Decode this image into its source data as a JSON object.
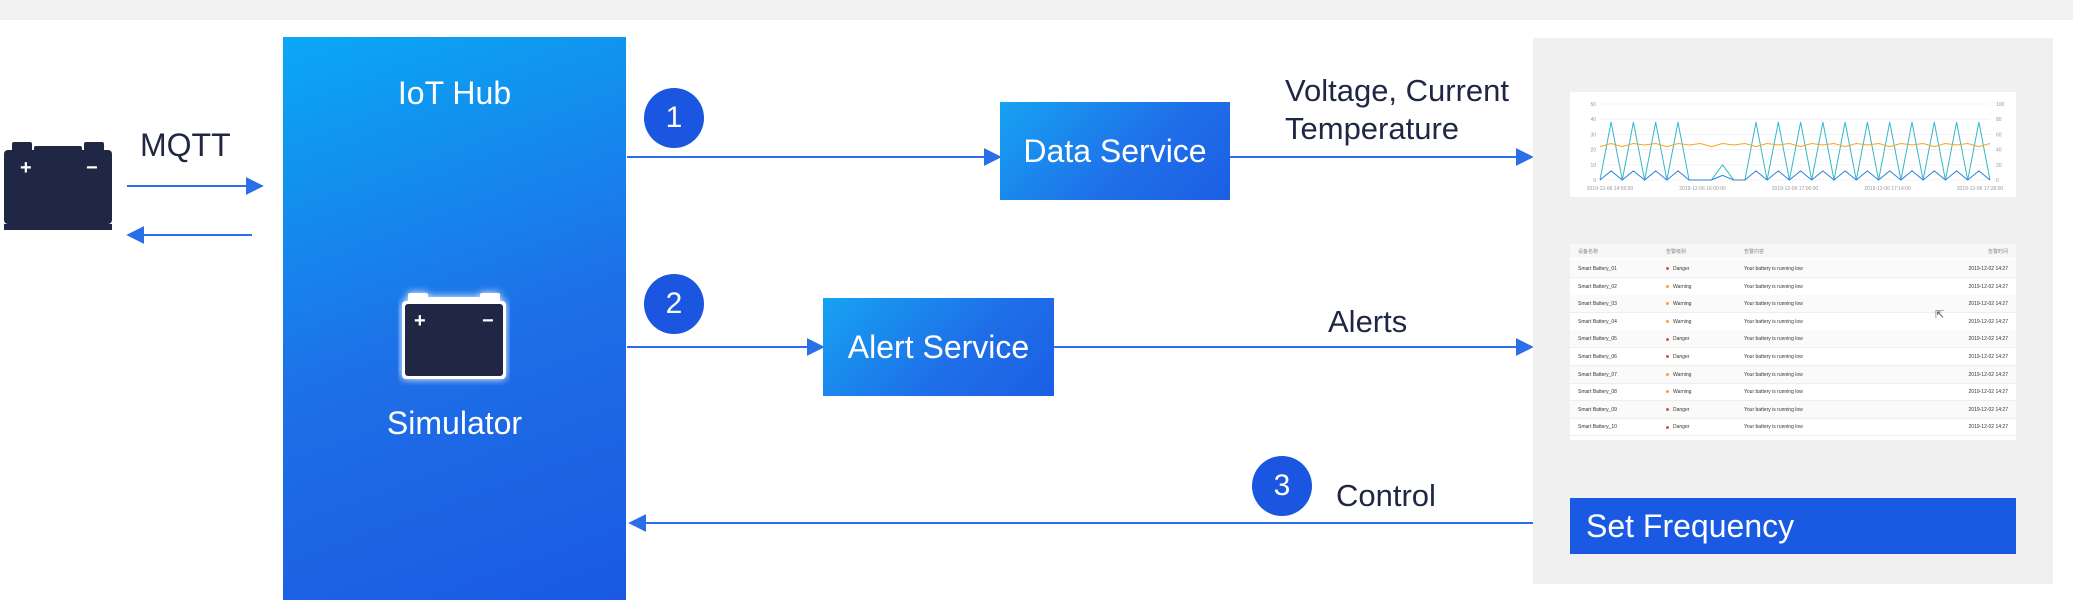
{
  "labels": {
    "mqtt": "MQTT",
    "hub_title": "IoT Hub",
    "simulator": "Simulator",
    "data_service": "Data Service",
    "alert_service": "Alert Service",
    "voltage_line1": "Voltage, Current",
    "voltage_line2": "Temperature",
    "alerts": "Alerts",
    "control": "Control",
    "set_frequency": "Set Frequency"
  },
  "steps": [
    "1",
    "2",
    "3"
  ],
  "battery_symbols": {
    "plus": "+",
    "minus": "−"
  },
  "colors": {
    "accent": "#1a5ae3",
    "arrow": "#2a6ee8",
    "hub_top": "#0aa8f5",
    "dark": "#1f2744",
    "panel_bg": "#f0f0f0",
    "series_teal": "#35b6c9",
    "series_orange": "#f5a623"
  },
  "icons": {
    "battery": "battery-icon",
    "cursor": "cursor-icon"
  },
  "chart_data": {
    "type": "line",
    "x_ticks": [
      "2019-12-06 14:55:00",
      "2019-12-06 16:00:00",
      "2019-12-06 17:00:00",
      "2019-12-06 17:14:00",
      "2019-12-06 17:28:00"
    ],
    "y_left_ticks": [
      "50",
      "40",
      "30",
      "20",
      "10",
      "0"
    ],
    "y_right_ticks": [
      "100",
      "80",
      "60",
      "40",
      "20",
      "0"
    ],
    "ylim": [
      0,
      50
    ],
    "series": [
      {
        "color": "#35b6c9",
        "values": [
          0,
          38,
          0,
          38,
          0,
          38,
          0,
          38,
          0,
          0,
          0,
          10,
          0,
          0,
          38,
          0,
          38,
          0,
          38,
          0,
          38,
          0,
          38,
          0,
          38,
          0,
          38,
          0,
          38,
          0,
          38,
          0,
          38,
          0,
          38,
          0
        ]
      },
      {
        "color": "#f5a623",
        "values": [
          22,
          24,
          22,
          24,
          23,
          24,
          22,
          24,
          23,
          24,
          22,
          24,
          23,
          24,
          22,
          24,
          23,
          24,
          22,
          24,
          23,
          24,
          22,
          24,
          23,
          24,
          22,
          24,
          23,
          24,
          22,
          24,
          23,
          24,
          22,
          24
        ]
      },
      {
        "color": "#2f7fd6",
        "values": [
          0,
          6,
          0,
          6,
          0,
          6,
          0,
          6,
          0,
          0,
          0,
          3,
          0,
          0,
          6,
          0,
          6,
          0,
          6,
          0,
          6,
          0,
          6,
          0,
          6,
          0,
          6,
          0,
          6,
          0,
          6,
          0,
          6,
          0,
          6,
          0
        ]
      }
    ]
  },
  "alerts_table": {
    "headers": [
      "设备名称",
      "告警级别",
      "告警内容",
      "告警时间"
    ],
    "rows": [
      [
        "Smart Battery_01",
        "Danger",
        "Your battery is running low",
        "2019-12-02 14:27"
      ],
      [
        "Smart Battery_02",
        "Warning",
        "Your battery is running low",
        "2019-12-02 14:27"
      ],
      [
        "Smart Battery_03",
        "Warning",
        "Your battery is running low",
        "2019-12-02 14:27"
      ],
      [
        "Smart Battery_04",
        "Warning",
        "Your battery is running low",
        "2019-12-02 14:27"
      ],
      [
        "Smart Battery_05",
        "Danger",
        "Your battery is running low",
        "2019-12-02 14:27"
      ],
      [
        "Smart Battery_06",
        "Danger",
        "Your battery is running low",
        "2019-12-02 14:27"
      ],
      [
        "Smart Battery_07",
        "Warning",
        "Your battery is running low",
        "2019-12-02 14:27"
      ],
      [
        "Smart Battery_08",
        "Warning",
        "Your battery is running low",
        "2019-12-02 14:27"
      ],
      [
        "Smart Battery_09",
        "Danger",
        "Your battery is running low",
        "2019-12-02 14:27"
      ],
      [
        "Smart Battery_10",
        "Danger",
        "Your battery is running low",
        "2019-12-02 14:27"
      ]
    ],
    "level_colors": {
      "Danger": "#e54d42",
      "Warning": "#f5a623"
    }
  }
}
